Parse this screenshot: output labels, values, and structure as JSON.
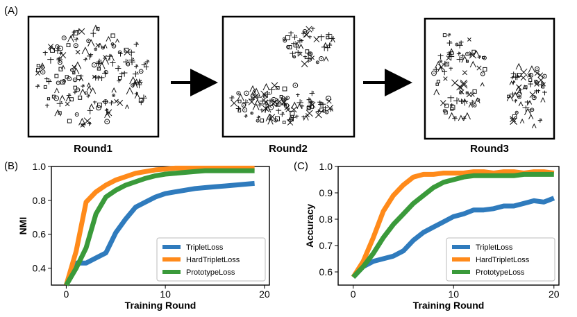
{
  "figure": {
    "panel_labels": [
      "(A)",
      "(B)",
      "(C)"
    ],
    "round_labels": [
      "Round1",
      "Round2",
      "Round3"
    ]
  },
  "colors": {
    "TripletLoss": "#2f7bbd",
    "HardTripletLoss": "#ff8a1a",
    "PrototypeLoss": "#3a9a3a"
  },
  "chart_data": [
    {
      "type": "line",
      "title": "",
      "xlabel": "Training Round",
      "ylabel": "NMI",
      "xlim": [
        -1.5,
        20.5
      ],
      "ylim": [
        0.3,
        1.0
      ],
      "xticks": [
        0,
        10,
        20
      ],
      "yticks": [
        0.4,
        0.6,
        0.8,
        1.0
      ],
      "ytick_labels": [
        "0.4",
        "0.6",
        "0.8",
        "1.0"
      ],
      "legend": "bottom-right",
      "series": [
        {
          "name": "TripletLoss",
          "x": [
            0,
            1,
            2,
            3,
            4,
            5,
            6,
            7,
            8,
            9,
            10,
            11,
            12,
            13,
            14,
            15,
            16,
            17,
            18,
            19
          ],
          "y": [
            0.3,
            0.43,
            0.43,
            0.46,
            0.49,
            0.61,
            0.69,
            0.76,
            0.79,
            0.82,
            0.84,
            0.85,
            0.86,
            0.87,
            0.875,
            0.88,
            0.885,
            0.89,
            0.895,
            0.9
          ]
        },
        {
          "name": "HardTripletLoss",
          "x": [
            0,
            1,
            2,
            3,
            4,
            5,
            6,
            7,
            8,
            9,
            10,
            11,
            12,
            13,
            14,
            15,
            16,
            17,
            18,
            19
          ],
          "y": [
            0.3,
            0.5,
            0.79,
            0.85,
            0.89,
            0.92,
            0.94,
            0.96,
            0.97,
            0.98,
            0.985,
            0.99,
            0.99,
            0.99,
            0.99,
            0.99,
            0.99,
            0.99,
            0.99,
            0.99
          ]
        },
        {
          "name": "PrototypeLoss",
          "x": [
            0,
            1,
            2,
            3,
            4,
            5,
            6,
            7,
            8,
            9,
            10,
            11,
            12,
            13,
            14,
            15,
            16,
            17,
            18,
            19
          ],
          "y": [
            0.3,
            0.4,
            0.52,
            0.72,
            0.82,
            0.86,
            0.89,
            0.91,
            0.93,
            0.945,
            0.955,
            0.96,
            0.965,
            0.97,
            0.975,
            0.975,
            0.975,
            0.975,
            0.975,
            0.975
          ]
        }
      ]
    },
    {
      "type": "line",
      "title": "",
      "xlabel": "Training Round",
      "ylabel": "Accuracy",
      "xlim": [
        -1.5,
        20.5
      ],
      "ylim": [
        0.55,
        1.0
      ],
      "xticks": [
        0,
        10,
        20
      ],
      "yticks": [
        0.6,
        0.7,
        0.8,
        0.9,
        1.0
      ],
      "ytick_labels": [
        "0.6",
        "0.7",
        "0.8",
        "0.9",
        "1.0"
      ],
      "legend": "bottom-right",
      "series": [
        {
          "name": "TripletLoss",
          "x": [
            0,
            1,
            2,
            3,
            4,
            5,
            6,
            7,
            8,
            9,
            10,
            11,
            12,
            13,
            14,
            15,
            16,
            17,
            18,
            19,
            20
          ],
          "y": [
            0.58,
            0.62,
            0.64,
            0.65,
            0.66,
            0.68,
            0.72,
            0.75,
            0.77,
            0.79,
            0.81,
            0.82,
            0.835,
            0.835,
            0.84,
            0.85,
            0.85,
            0.86,
            0.87,
            0.865,
            0.88
          ]
        },
        {
          "name": "HardTripletLoss",
          "x": [
            0,
            1,
            2,
            3,
            4,
            5,
            6,
            7,
            8,
            9,
            10,
            11,
            12,
            13,
            14,
            15,
            16,
            17,
            18,
            19,
            20
          ],
          "y": [
            0.58,
            0.64,
            0.73,
            0.83,
            0.89,
            0.93,
            0.96,
            0.97,
            0.97,
            0.975,
            0.975,
            0.975,
            0.98,
            0.98,
            0.975,
            0.98,
            0.98,
            0.975,
            0.98,
            0.98,
            0.975
          ]
        },
        {
          "name": "PrototypeLoss",
          "x": [
            0,
            1,
            2,
            3,
            4,
            5,
            6,
            7,
            8,
            9,
            10,
            11,
            12,
            13,
            14,
            15,
            16,
            17,
            18,
            19,
            20
          ],
          "y": [
            0.58,
            0.62,
            0.67,
            0.73,
            0.78,
            0.82,
            0.86,
            0.89,
            0.92,
            0.94,
            0.95,
            0.96,
            0.965,
            0.965,
            0.965,
            0.965,
            0.965,
            0.97,
            0.97,
            0.97,
            0.97
          ]
        }
      ]
    }
  ]
}
